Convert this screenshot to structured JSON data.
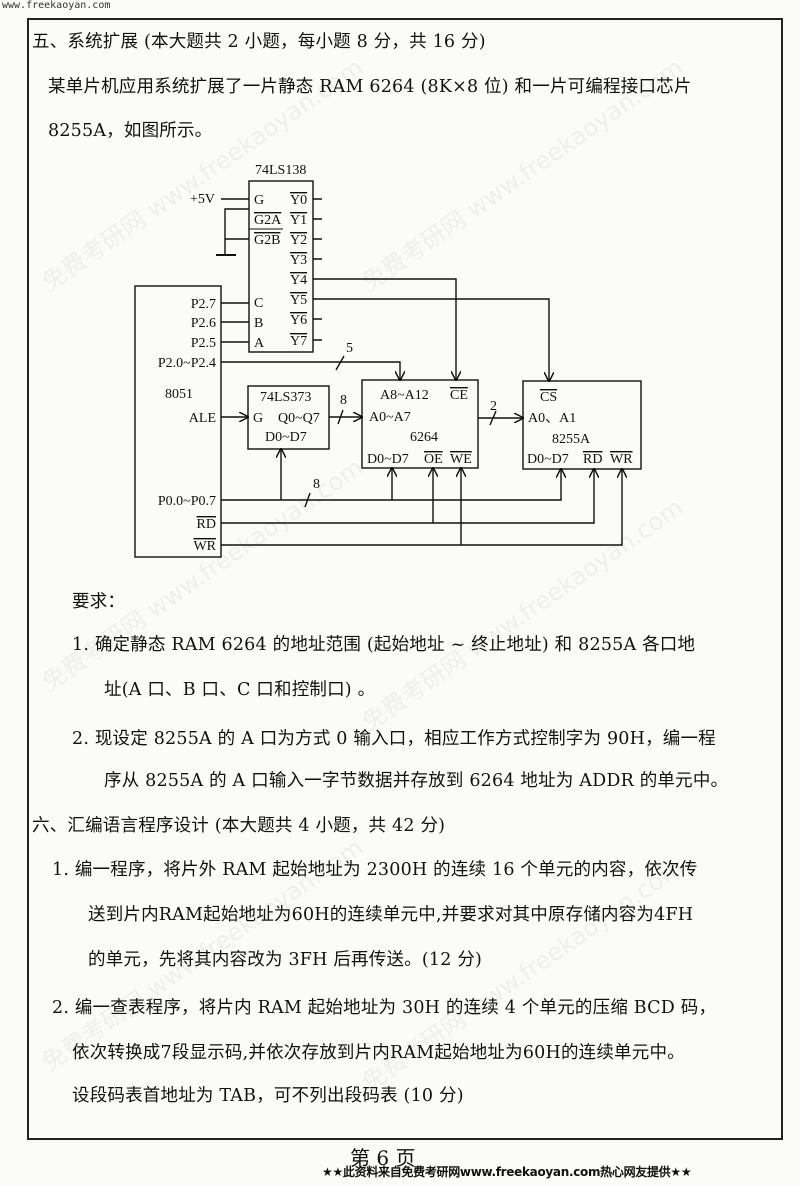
{
  "site_url": "www.freekaoyan.com",
  "section5": {
    "title": "五、系统扩展 (本大题共 2 小题，每小题 8 分，共 16 分)",
    "intro_line1": "某单片机应用系统扩展了一片静态 RAM 6264 (8K×8 位) 和一片可编程接口芯片",
    "intro_line2": "8255A，如图所示。",
    "requirements_label": "要求：",
    "q1_line1": "1.  确定静态 RAM 6264 的地址范围 (起始地址 ~ 终止地址) 和 8255A 各口地",
    "q1_line2": "址(A 口、B 口、C 口和控制口) 。",
    "q2_line1": "2.  现设定 8255A 的 A 口为方式 0 输入口，相应工作方式控制字为 90H，编一程",
    "q2_line2": "序从 8255A 的 A 口输入一字节数据并存放到 6264 地址为 ADDR 的单元中。"
  },
  "diagram": {
    "decoder": {
      "name": "74LS138",
      "vcc": "+5V",
      "inputs": [
        "G",
        "G2A",
        "G2B",
        "C",
        "B",
        "A"
      ],
      "outputs": [
        "Y0",
        "Y1",
        "Y2",
        "Y3",
        "Y4",
        "Y5",
        "Y6",
        "Y7"
      ]
    },
    "mcu": {
      "name": "8051",
      "pins": [
        "P2.7",
        "P2.6",
        "P2.5",
        "P2.0~P2.4",
        "ALE",
        "P0.0~P0.7",
        "RD",
        "WR"
      ]
    },
    "latch": {
      "name": "74LS373",
      "g": "G",
      "q": "Q0~Q7",
      "d": "D0~D7"
    },
    "ram": {
      "name": "6264",
      "a_high": "A8~A12",
      "ce": "CE",
      "a_low": "A0~A7",
      "d": "D0~D7",
      "oe": "OE",
      "we": "WE"
    },
    "ppi": {
      "name": "8255A",
      "cs": "CS",
      "a": "A0、A1",
      "d": "D0~D7",
      "rd": "RD",
      "wr": "WR"
    },
    "bus_widths": {
      "p2": "5",
      "addr_low": "8",
      "a01": "2",
      "data": "8"
    }
  },
  "section6": {
    "title": "六、汇编语言程序设计 (本大题共 4 小题，共 42 分)",
    "q1_line1": "1.  编一程序，将片外 RAM 起始地址为 2300H 的连续 16 个单元的内容，依次传",
    "q1_line2": "送到片内RAM起始地址为60H的连续单元中,并要求对其中原存储内容为4FH",
    "q1_line3": "的单元，先将其内容改为 3FH 后再传送。(12 分)",
    "q2_line1": "2.  编一查表程序，将片内 RAM 起始地址为 30H 的连续 4 个单元的压缩 BCD 码，",
    "q2_line2": "依次转换成7段显示码,并依次存放到片内RAM起始地址为60H的连续单元中。",
    "q2_line3": "设段码表首地址为 TAB，可不列出段码表 (10 分)"
  },
  "page_number": "第  6  页",
  "footer_note": "★★此资料来自免费考研网www.freekaoyan.com热心网友提供★★",
  "watermark": "免费考研网 www.freekaoyan.com"
}
